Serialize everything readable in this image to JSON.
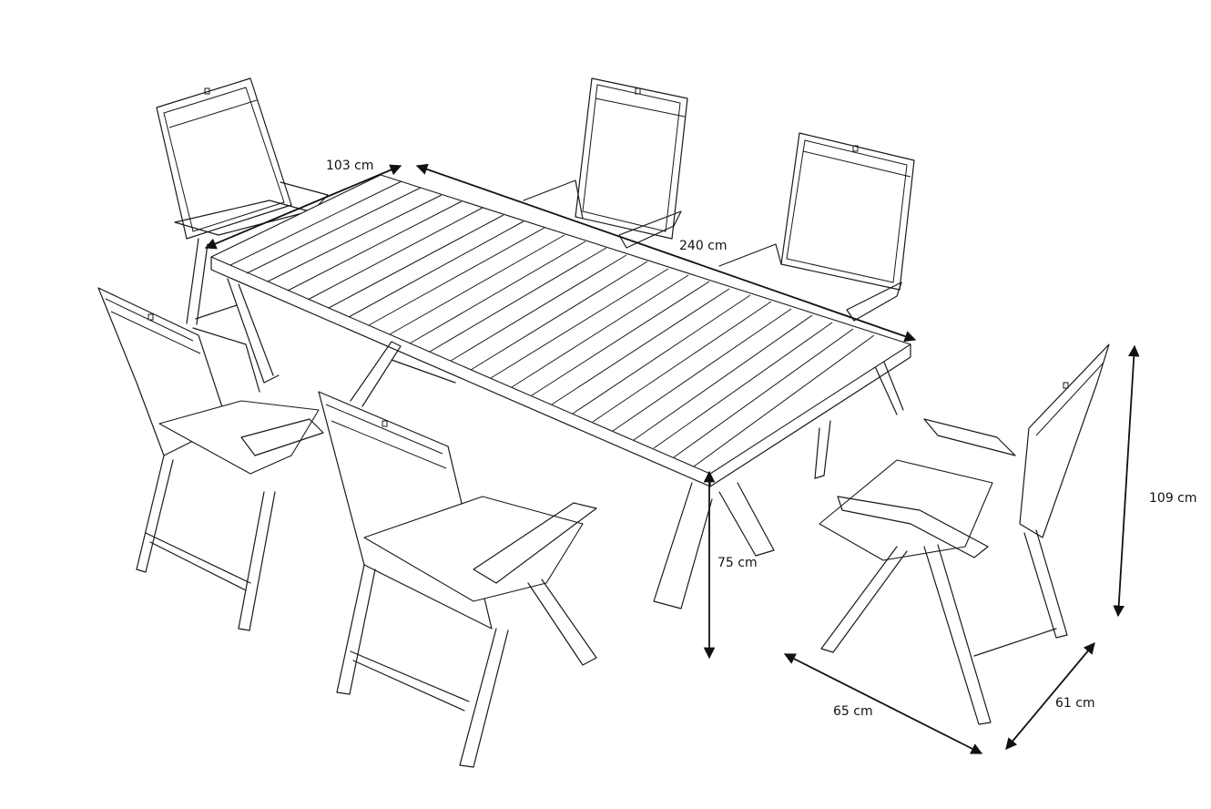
{
  "dimensions": {
    "table_width": "103 cm",
    "table_length": "240 cm",
    "table_height": "75 cm",
    "chair_height": "109 cm",
    "chair_width": "65 cm",
    "chair_depth": "61 cm"
  },
  "colors": {
    "line": "#1a1a1a",
    "background": "#ffffff"
  }
}
